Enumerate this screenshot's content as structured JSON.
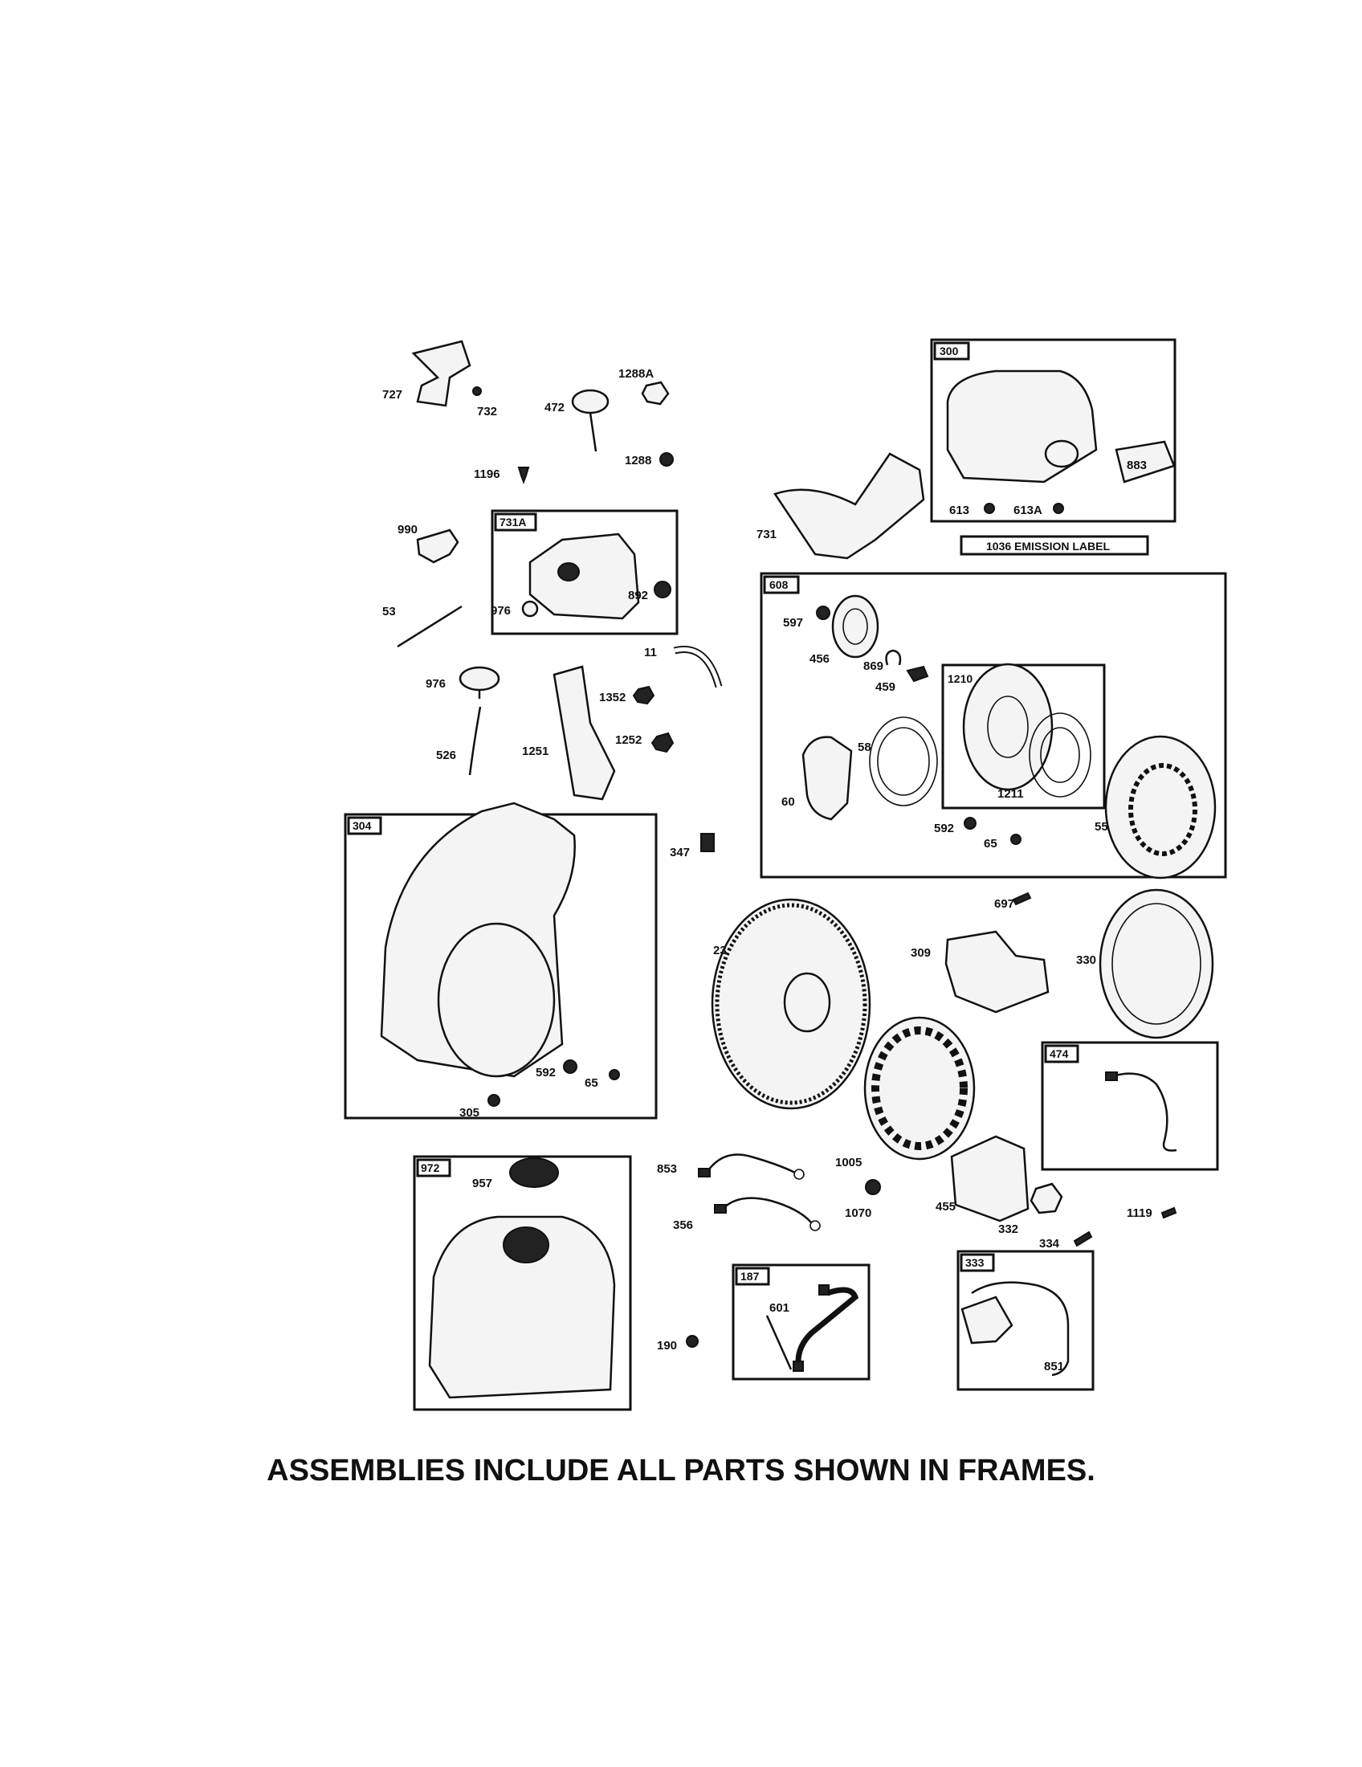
{
  "footer_note": "ASSEMBLIES INCLUDE ALL PARTS SHOWN IN FRAMES.",
  "emission_label": "1036 EMISSION LABEL",
  "frames": {
    "f300": "300",
    "f731A": "731A",
    "f608": "608",
    "f304": "304",
    "f474": "474",
    "f972": "972",
    "f187": "187",
    "f333": "333",
    "f1210": "1210"
  },
  "labels": {
    "p727": "727",
    "p732": "732",
    "p472": "472",
    "p1288A": "1288A",
    "p1288": "1288",
    "p1196": "1196",
    "p990": "990",
    "p976a": "976",
    "p892": "892",
    "p53": "53",
    "p976b": "976",
    "p526": "526",
    "p11": "11",
    "p1251": "1251",
    "p1352": "1352",
    "p1252": "1252",
    "p731": "731",
    "p613": "613",
    "p613A": "613A",
    "p883": "883",
    "p597": "597",
    "p456": "456",
    "p869": "869",
    "p459": "459",
    "p58": "58",
    "p60": "60",
    "p1211": "1211",
    "p592a": "592",
    "p65a": "65",
    "p55": "55",
    "p347": "347",
    "p697": "697",
    "p23": "23",
    "p309": "309",
    "p330": "330",
    "p592b": "592",
    "p65b": "65",
    "p305": "305",
    "p1005": "1005",
    "p853": "853",
    "p356": "356",
    "p1070": "1070",
    "p455": "455",
    "p332": "332",
    "p1119": "1119",
    "p334": "334",
    "p957": "957",
    "p190": "190",
    "p601": "601",
    "p851": "851"
  }
}
